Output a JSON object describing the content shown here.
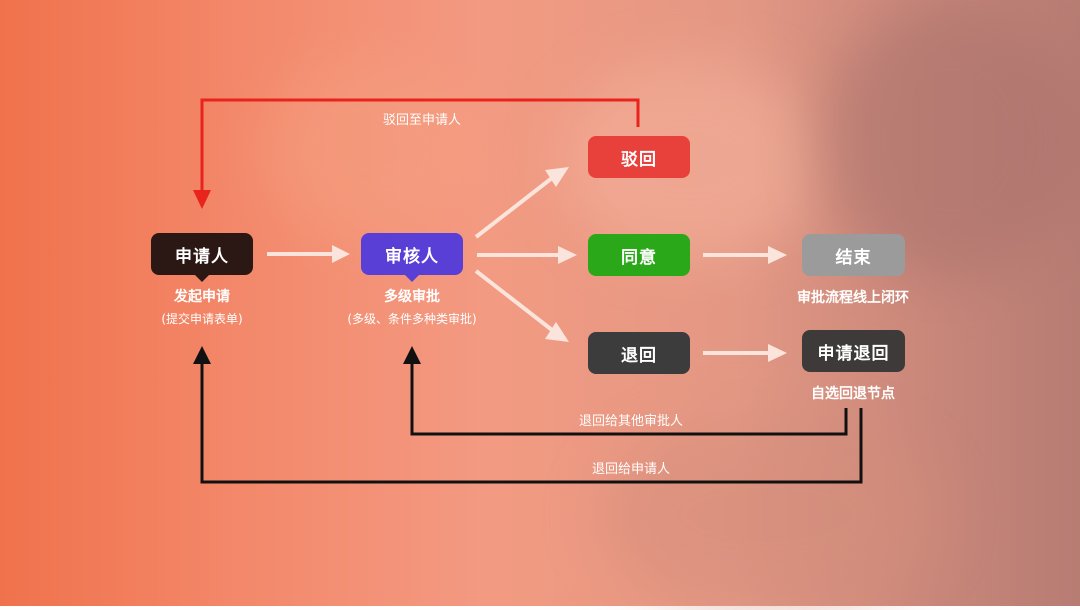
{
  "nodes": {
    "applicant": {
      "label": "申请人",
      "caption": "发起申请",
      "subcaption": "(提交申请表单)",
      "color": "#2b1714"
    },
    "reviewer": {
      "label": "审核人",
      "caption": "多级审批",
      "subcaption": "(多级、条件多种类审批)",
      "color": "#5a3fd6"
    },
    "reject": {
      "label": "驳回",
      "color": "#e8413b"
    },
    "agree": {
      "label": "同意",
      "color": "#2aa81a"
    },
    "return": {
      "label": "退回",
      "color": "#3c3c3c"
    },
    "end": {
      "label": "结束",
      "caption": "审批流程线上闭环",
      "color": "#9b9b9b"
    },
    "request_return": {
      "label": "申请退回",
      "caption": "自选回退节点",
      "color": "#3e3a39"
    }
  },
  "edges": {
    "reject_to_applicant": "驳回至申请人",
    "return_to_other": "退回给其他审批人",
    "return_to_applicant": "退回给申请人"
  }
}
